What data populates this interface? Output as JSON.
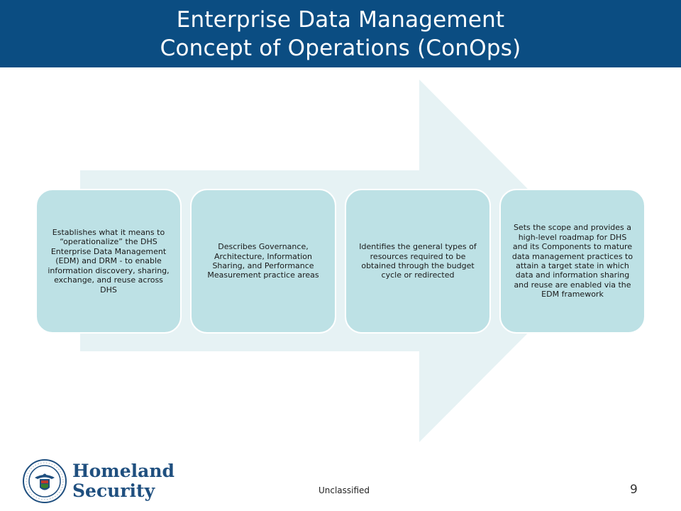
{
  "header": {
    "title_line1": "Enterprise Data Management",
    "title_line2": "Concept of Operations (ConOps)"
  },
  "process": {
    "steps": [
      {
        "text": "Establishes what it means to “operationalize” the DHS Enterprise Data Management (EDM) and DRM - to enable information discovery, sharing, exchange, and reuse across DHS"
      },
      {
        "text": "Describes Governance, Architecture, Information Sharing, and Performance Measurement practice areas"
      },
      {
        "text": "Identifies the general types of resources required to be obtained through the budget cycle or redirected"
      },
      {
        "text": "Sets the scope and provides a high-level roadmap for DHS and its Components to mature data management practices to attain a target state in which data and information sharing and reuse are enabled via the EDM framework"
      }
    ]
  },
  "footer": {
    "logo_line1": "Homeland",
    "logo_line2": "Security",
    "classification": "Unclassified",
    "page_number": "9"
  },
  "colors": {
    "title_bar": "#0b4d82",
    "arrow": "#e6f2f4",
    "box_fill": "#bde1e5",
    "logo_text": "#1f4f7f"
  },
  "icons": {
    "seal": "dhs-seal-icon"
  }
}
